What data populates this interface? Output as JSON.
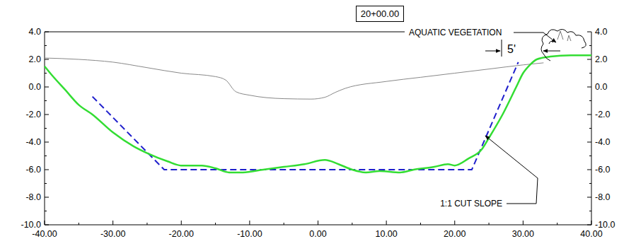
{
  "diagram": {
    "title": "20+00.00",
    "labels": [
      "AQUATIC VEGETATION",
      "5'",
      "1:1 CUT SLOPE",
      "4.0",
      "2.0",
      "0.0",
      "-2.0",
      "-4.0",
      "-6.0",
      "-8.0",
      "-10.0",
      "4.0",
      "2.0",
      "0.0",
      "-2.0",
      "-4.0",
      "-6.0",
      "-8.0",
      "-10.0",
      "-40.00",
      "-30.00",
      "-20.00",
      "-10.00",
      "0.00",
      "10.00",
      "20.00",
      "30.00",
      "40.00"
    ]
  }
}
